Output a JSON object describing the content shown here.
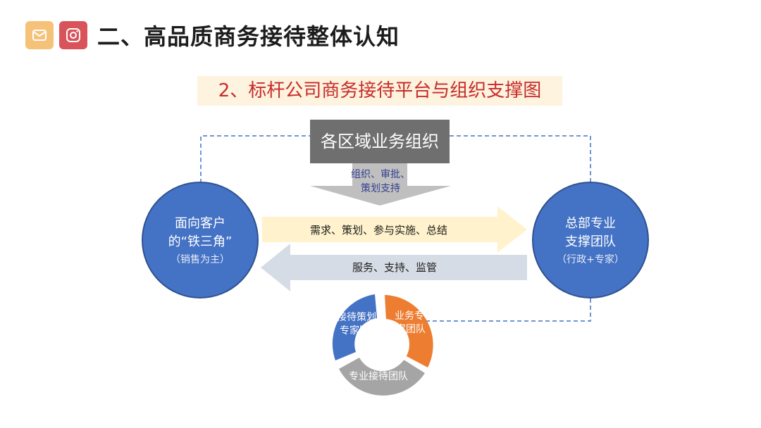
{
  "header": {
    "title": "二、高品质商务接待整体认知",
    "logos": [
      {
        "icon": "mail-icon",
        "color": "#f6c27a"
      },
      {
        "icon": "instagram-icon",
        "color": "#d9535a"
      }
    ]
  },
  "subtitle": "2、标杆公司商务接待平台与组织支撑图",
  "diagram": {
    "top_box": "各区域业务组织",
    "down_arrow_label": {
      "line1": "组织、审批、",
      "line2": "策划支持"
    },
    "left_node": {
      "line1": "面向客户",
      "line2": "的“铁三角”",
      "line3": "（销售为主）"
    },
    "right_node": {
      "line1": "总部专业",
      "line2": "支撑团队",
      "line3": "（行政+专家）"
    },
    "right_arrow_label": "需求、策划、参与实施、总结",
    "left_arrow_label": "服务、支持、监管",
    "cycle": {
      "segment1": {
        "line1": "接待策划",
        "line2": "专家团队"
      },
      "segment2": {
        "line1": "业务专",
        "line2": "家团队"
      },
      "segment3": "专业接待团队"
    }
  },
  "colors": {
    "circle_fill": "#4472c4",
    "box_fill": "#6f6f6f",
    "right_arrow": "#fff2cc",
    "left_arrow": "#d6dce5",
    "down_arrow": "#bfbfbf",
    "dashed_line": "#4472c4",
    "cycle_blue": "#4472c4",
    "cycle_orange": "#ed7d31",
    "cycle_gray": "#a5a5a5",
    "title_red": "#c82b2b"
  }
}
